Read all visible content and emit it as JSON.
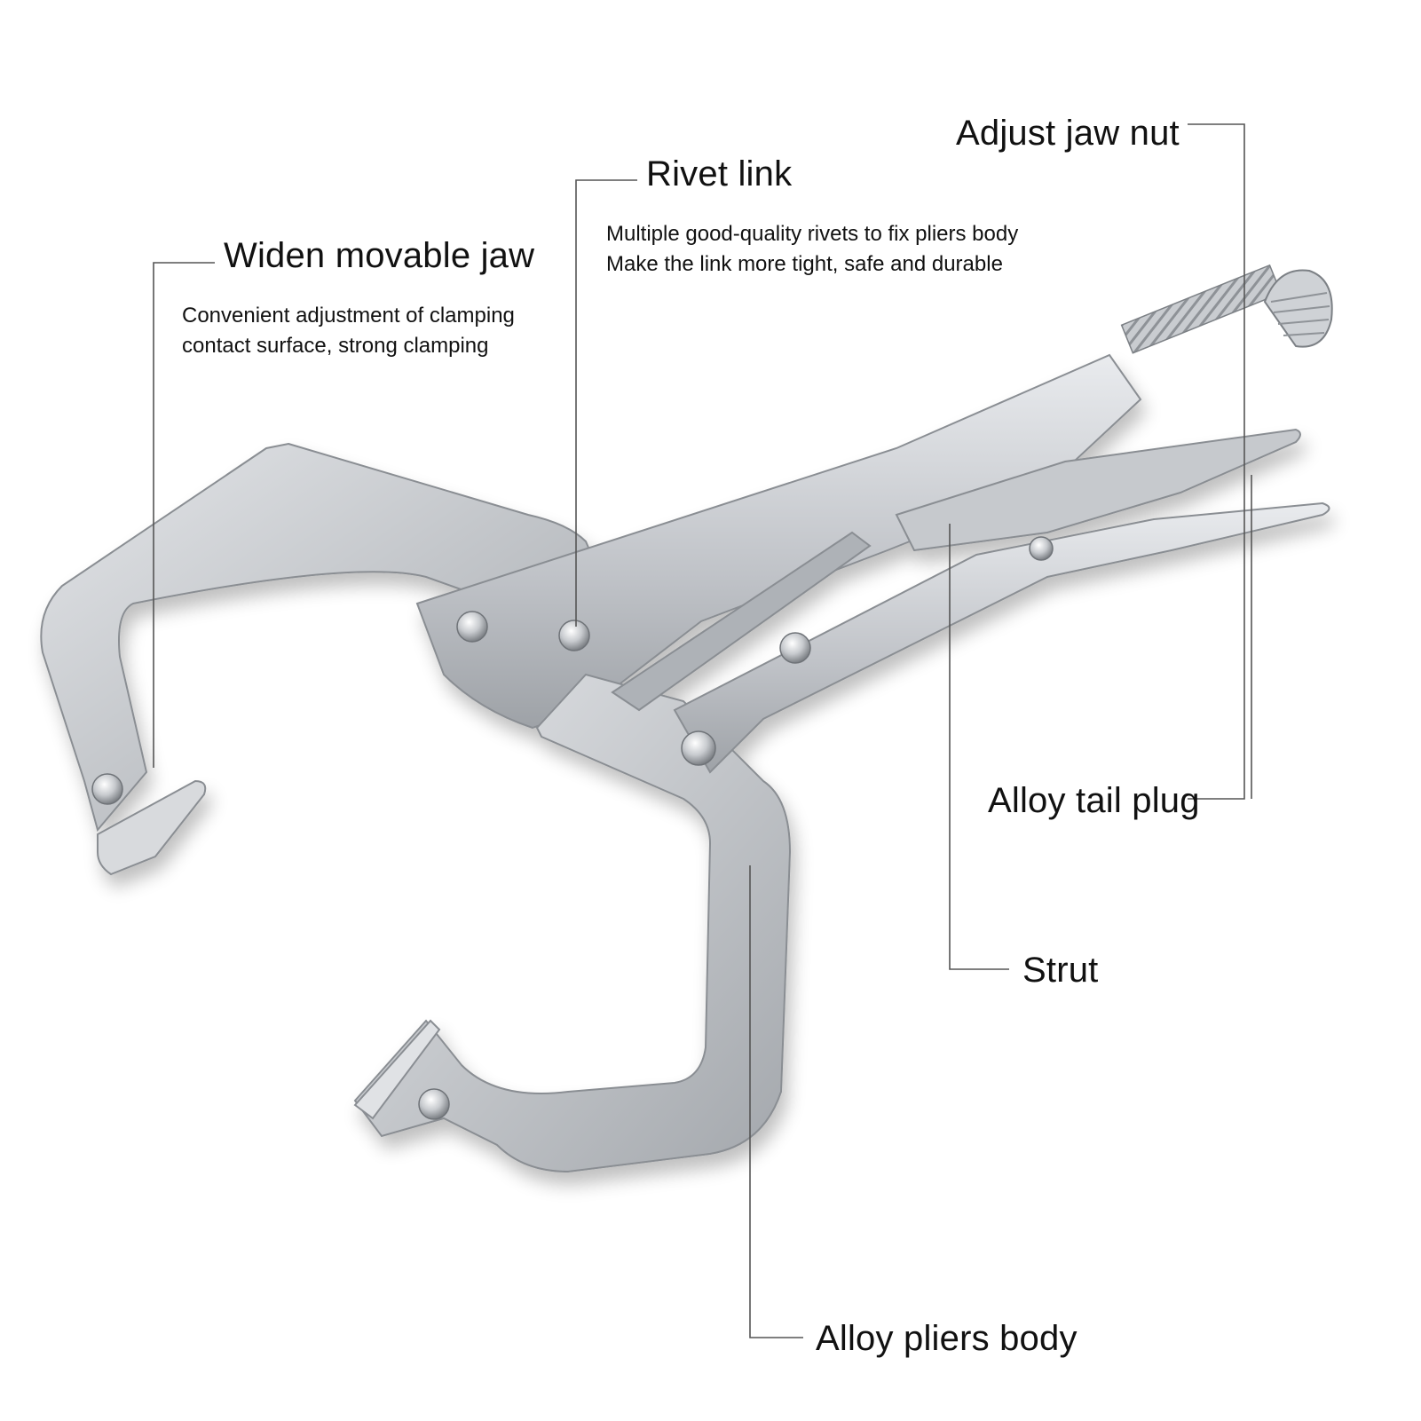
{
  "labels": {
    "adjust_jaw_nut": "Adjust jaw nut",
    "rivet_link": "Rivet link",
    "rivet_link_desc_1": "Multiple good-quality rivets to fix pliers body",
    "rivet_link_desc_2": "Make the link more tight, safe and durable",
    "widen_movable_jaw": "Widen movable jaw",
    "widen_desc_1": "Convenient adjustment of clamping",
    "widen_desc_2": "contact surface, strong clamping",
    "alloy_tail_plug": "Alloy tail plug",
    "strut": "Strut",
    "alloy_pliers_body": "Alloy pliers body"
  },
  "colors": {
    "metal": "#b8bbc0",
    "metal_light": "#dfe1e4",
    "metal_dark": "#8f9398",
    "leader_line": "#555555"
  }
}
